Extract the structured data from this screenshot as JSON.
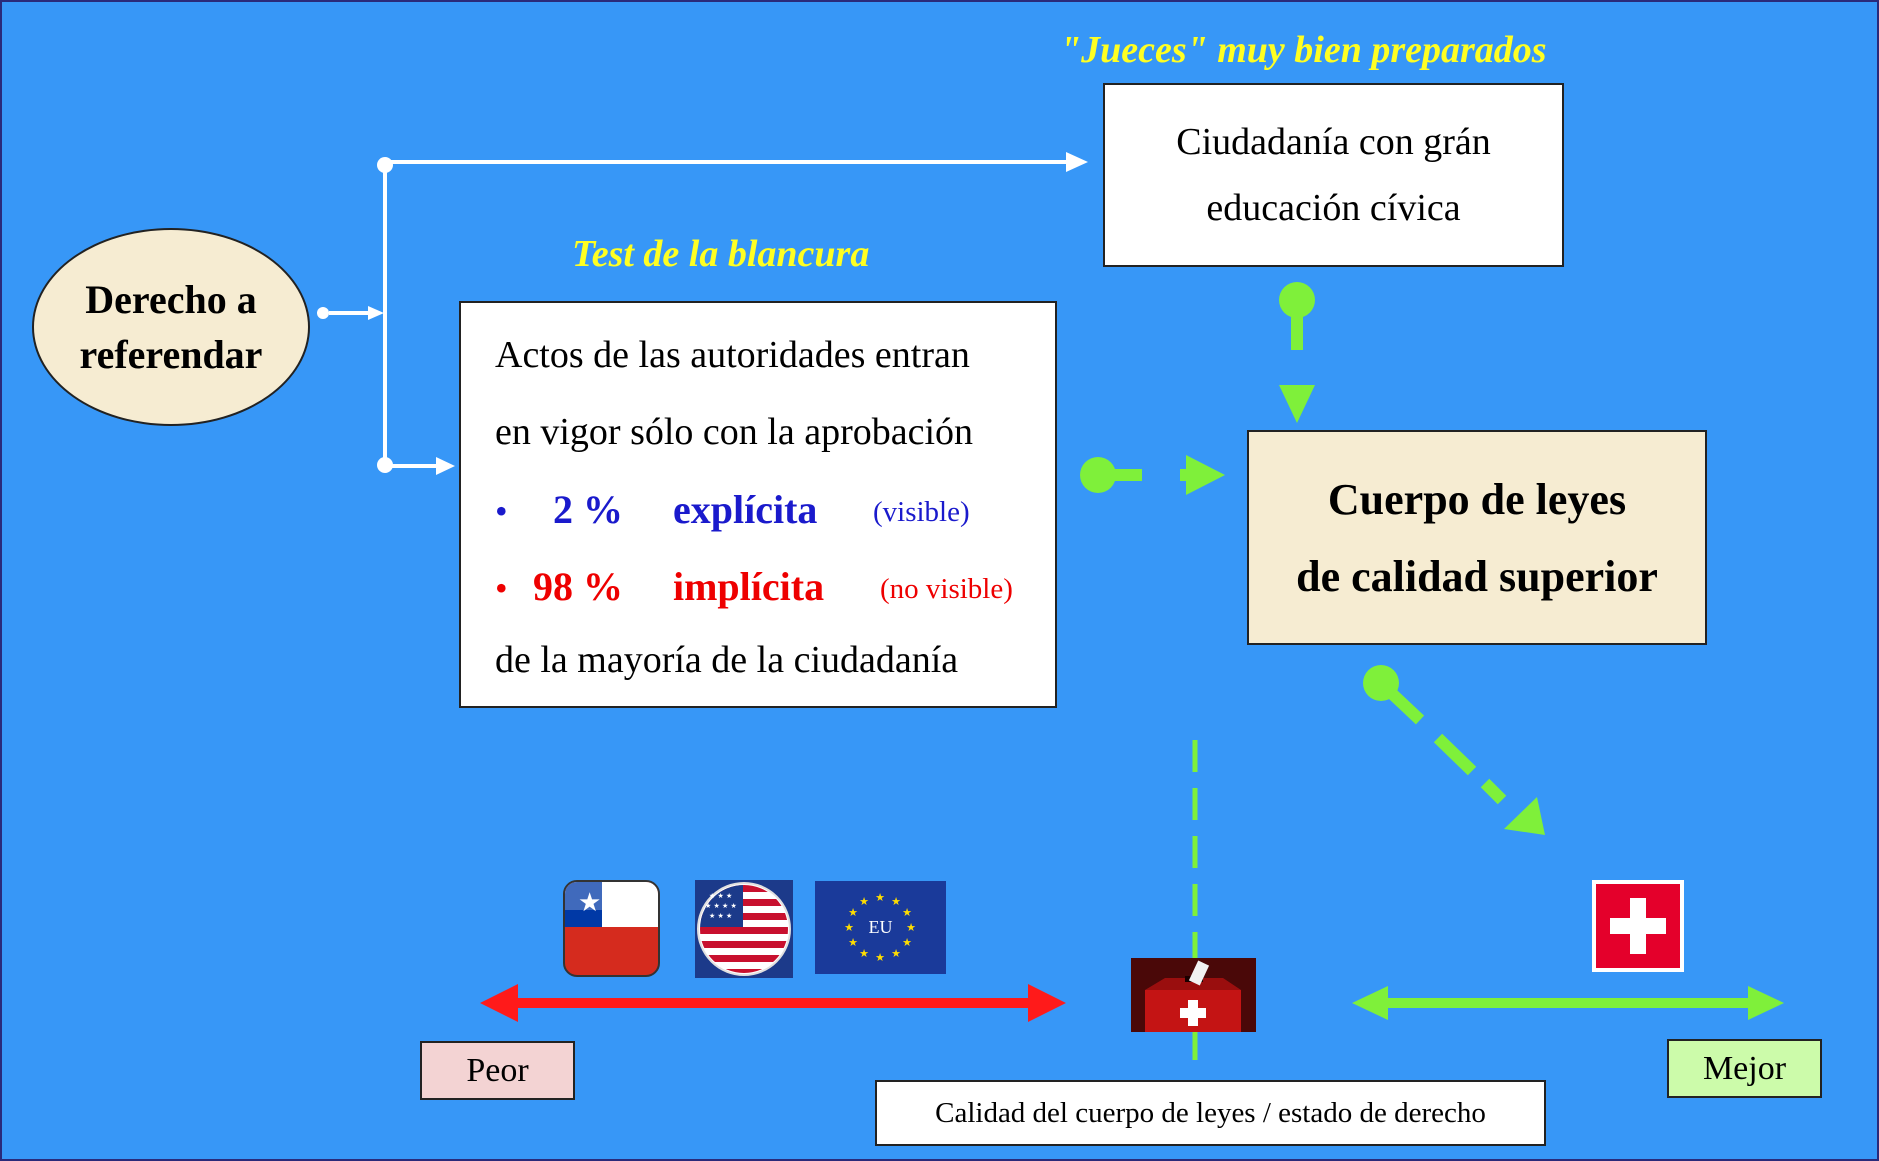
{
  "referendum": {
    "line1": "Derecho a",
    "line2": "referendar"
  },
  "top_label": "\"Jueces\" muy bien preparados",
  "civic_box": {
    "line1": "Ciudadanía con grán",
    "line2": "educación cívica"
  },
  "test_label": "Test de la blancura",
  "acts_box": {
    "line1": "Actos de las autoridades entran",
    "line2": "en vigor sólo con la aprobación",
    "bullet1": {
      "bullet": "•",
      "percent": "2 %",
      "word": "explícita",
      "note": "(visible)"
    },
    "bullet2": {
      "bullet": "•",
      "percent": "98 %",
      "word": "implícita",
      "note": "(no visible)"
    },
    "line3": "de la mayoría de la ciudadanía"
  },
  "laws_box": {
    "line1": "Cuerpo de leyes",
    "line2": "de calidad superior"
  },
  "scale": {
    "worse": "Peor",
    "better": "Mejor",
    "axis_label": "Calidad del cuerpo de leyes / estado de derecho"
  },
  "flags": {
    "eu_text": "EU"
  },
  "colors": {
    "background": "#3797f7",
    "green": "#7ff03a",
    "red": "#ff1a1a",
    "yellow": "#ffff22",
    "blue_text": "#1a1acc",
    "red_text": "#ee0000"
  }
}
